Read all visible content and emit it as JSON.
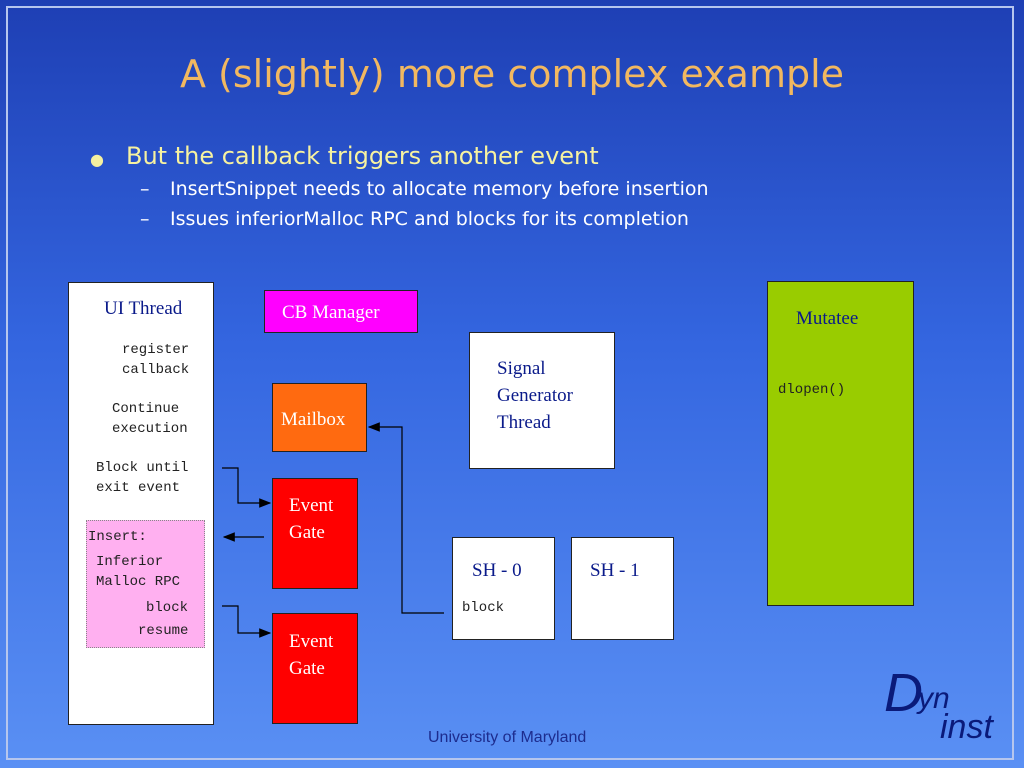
{
  "slide": {
    "title": "A (slightly) more complex example",
    "bullet": {
      "text": "But the callback triggers another event",
      "subbullets": [
        "InsertSnippet needs to allocate memory before insertion",
        "Issues inferiorMalloc RPC and blocks for its completion"
      ]
    }
  },
  "diagram": {
    "ui_thread": {
      "title": "UI Thread",
      "register_1": "register",
      "register_2": "callback",
      "continue_1": "Continue",
      "continue_2": "execution",
      "block_1": "Block until",
      "block_2": "exit event",
      "insert": "Insert:",
      "inferior_1": "Inferior",
      "inferior_2": "Malloc RPC",
      "block_word": "block",
      "resume_word": "resume"
    },
    "cb_manager": "CB Manager",
    "mailbox": "Mailbox",
    "event_gate_1": {
      "line1": "Event",
      "line2": "Gate"
    },
    "event_gate_2": {
      "line1": "Event",
      "line2": "Gate"
    },
    "signal_generator": {
      "line1": "Signal",
      "line2": "Generator",
      "line3": "Thread"
    },
    "sh0": {
      "label": "SH - 0",
      "state": "block"
    },
    "sh1": {
      "label": "SH - 1"
    },
    "mutatee": {
      "title": "Mutatee",
      "call": "dlopen()"
    }
  },
  "footer": {
    "institution": "University of Maryland",
    "logo": "Dyninst"
  },
  "colors": {
    "title": "#f2b860",
    "cb_manager": "#ff00ff",
    "mailbox": "#ff6a10",
    "event_gate": "#ff0000",
    "mutatee": "#99cc00",
    "insert_highlight": "#ffb0f0"
  }
}
